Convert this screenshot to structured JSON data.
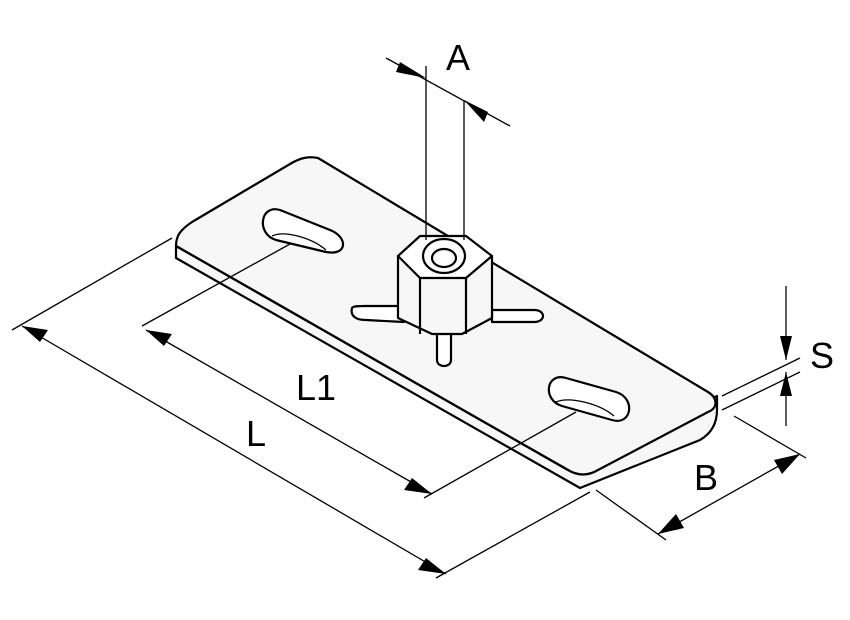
{
  "labels": {
    "a": "A",
    "l1": "L1",
    "l": "L",
    "b": "B",
    "s": "S"
  }
}
